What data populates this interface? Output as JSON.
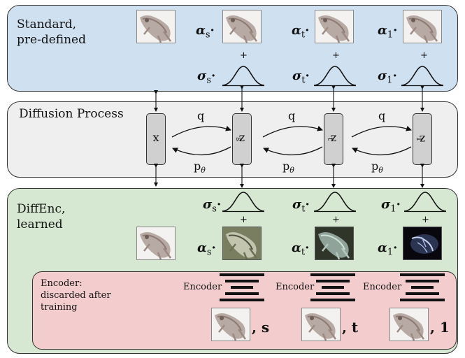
{
  "panels": {
    "standard_title": "Standard,\npre-defined",
    "diffusion_title": "Diffusion Process",
    "diffenc_title": "DiffEnc,\nlearned",
    "encoder_title": "Encoder:\ndiscarded after\ntraining"
  },
  "symbols": {
    "alpha": "α",
    "sigma": "σ",
    "dot": "·",
    "plus": "+",
    "sub_s": "s",
    "sub_t": "t",
    "sub_1": "1"
  },
  "diffusion": {
    "nodes": [
      {
        "main": "x",
        "sub": ""
      },
      {
        "main": "z",
        "sub": "s"
      },
      {
        "main": "z",
        "sub": "t"
      },
      {
        "main": "z",
        "sub": "1"
      }
    ],
    "forward_label": "q",
    "reverse_label": "p",
    "reverse_sub": "θ"
  },
  "encoder": {
    "block_label": "Encoder",
    "conditions": [
      ", s",
      ", t",
      ", 1"
    ]
  },
  "colors": {
    "standard_bg": "#cfe0f1",
    "diffusion_bg": "#efefef",
    "diffenc_bg": "#d6e8d2",
    "encoder_bg": "#f3cdcd"
  }
}
